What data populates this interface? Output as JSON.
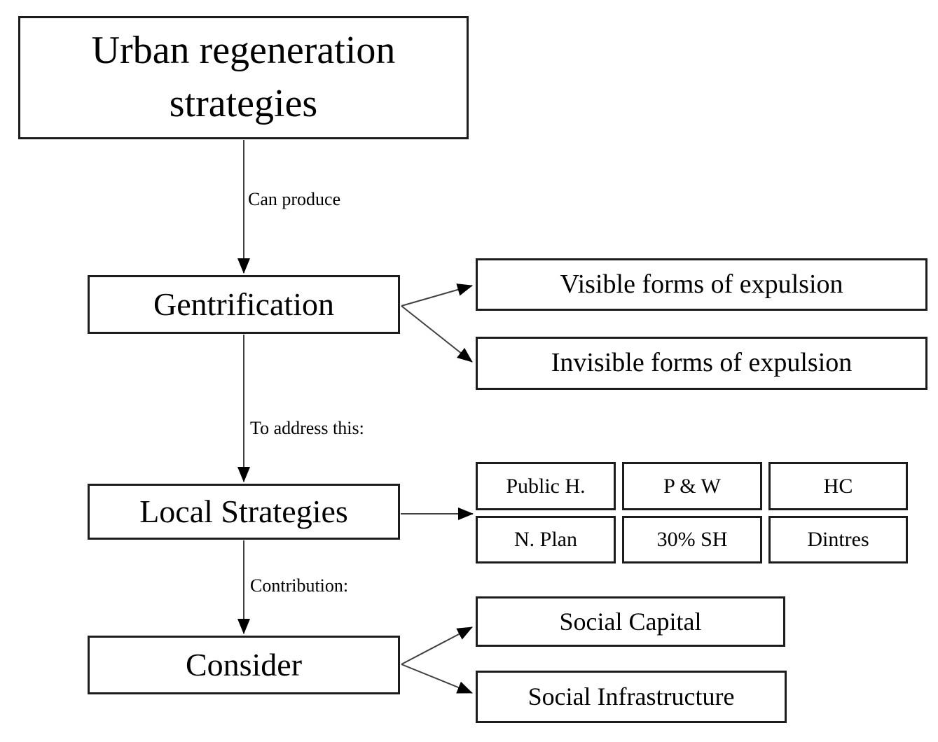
{
  "diagram": {
    "nodes": {
      "urban_regeneration": "Urban regeneration strategies",
      "gentrification": "Gentrification",
      "visible_expulsion": "Visible forms of expulsion",
      "invisible_expulsion": "Invisible forms of expulsion",
      "local_strategies": "Local Strategies",
      "consider": "Consider",
      "social_capital": "Social Capital",
      "social_infrastructure": "Social Infrastructure"
    },
    "grid_labels": [
      "Public H.",
      "P & W",
      "HC",
      "N. Plan",
      "30% SH",
      "Dintres"
    ],
    "edge_labels": {
      "can_produce": "Can produce",
      "to_address_this": "To address this:",
      "contribution": "Contribution:"
    },
    "colors": {
      "box_border": "#1c1c1c",
      "connector": "#404040",
      "arrowhead": "#000000",
      "background": "#ffffff",
      "text": "#000000"
    }
  }
}
